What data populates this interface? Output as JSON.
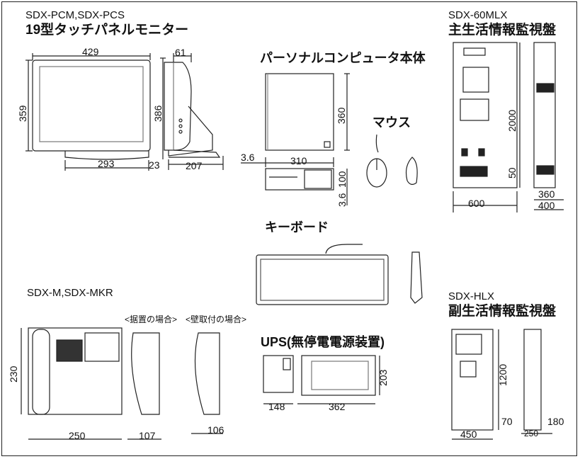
{
  "monitor": {
    "model": "SDX-PCM,SDX-PCS",
    "title": "19型タッチパネルモニター",
    "dims": {
      "width": "429",
      "height": "359",
      "depth": "61",
      "side_height": "386",
      "base_width": "293",
      "base_offset": "23",
      "base_depth": "207"
    }
  },
  "pc": {
    "title": "パーソナルコンピュータ本体",
    "dims": {
      "height": "360",
      "width": "310",
      "offset": "3.6",
      "depth": "100",
      "foot": "3.6"
    }
  },
  "mouse": {
    "title": "マウス"
  },
  "keyboard": {
    "title": "キーボード"
  },
  "main_panel": {
    "model": "SDX-60MLX",
    "title": "主生活情報監視盤",
    "dims": {
      "height": "2000",
      "bottom": "50",
      "width": "600",
      "depth_inner": "360",
      "depth_outer": "400"
    }
  },
  "sub_panel": {
    "model": "SDX-HLX",
    "title": "副生活情報監視盤",
    "dims": {
      "height": "1200",
      "width": "450",
      "depth_a": "70",
      "depth_b": "180",
      "depth_total": "250"
    }
  },
  "handset": {
    "model": "SDX-M,SDX-MKR",
    "label_desk": "<据置の場合>",
    "label_wall": "<壁取付の場合>",
    "dims": {
      "height": "230",
      "width": "250",
      "depth_desk": "107",
      "depth_wall": "106"
    }
  },
  "ups": {
    "title": "UPS(無停電電源装置)",
    "dims": {
      "width_a": "148",
      "width_b": "362",
      "height": "203"
    }
  }
}
